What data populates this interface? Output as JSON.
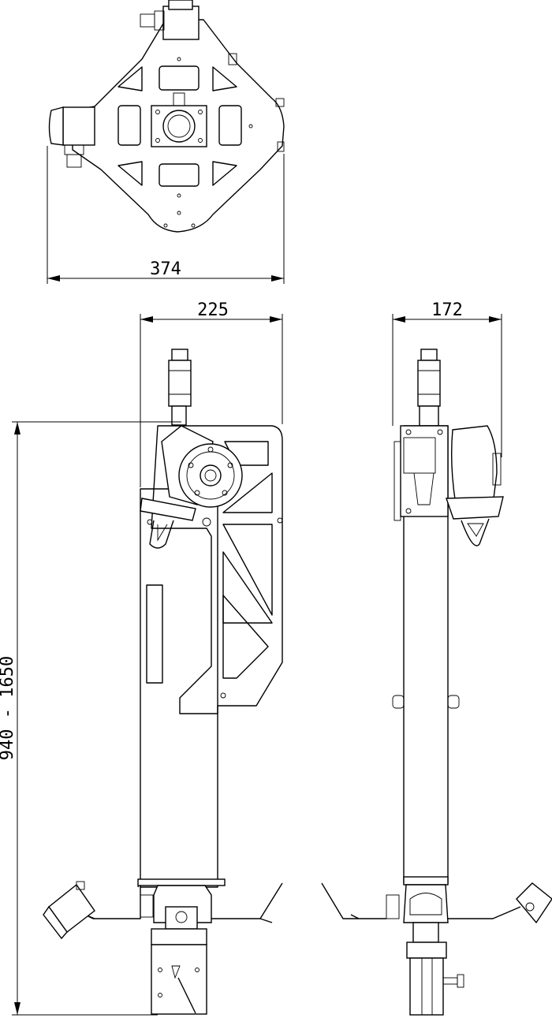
{
  "dimensions": {
    "top_width": "374",
    "front_width": "225",
    "side_width": "172",
    "height_range": "940 - 1650"
  },
  "colors": {
    "line": "#000000",
    "background": "#ffffff"
  }
}
